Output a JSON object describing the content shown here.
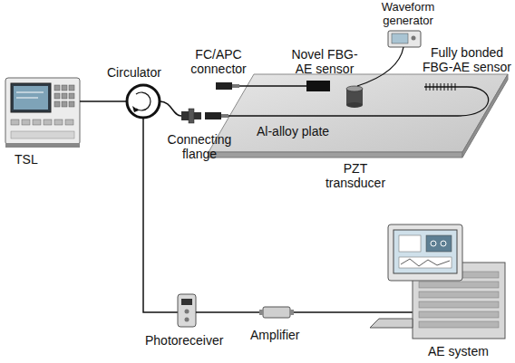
{
  "diagram": {
    "nodes": [
      {
        "text": [
          "Al-alloy plate"
        ]
      }
    ],
    "labels": [
      "Waveform generator",
      "FC/APC connector",
      "Novel FBG-AE sensor",
      "Fully bonded FBG-AE sensor",
      "TSL",
      "Circulator",
      "Connecting flange",
      "PZT transducer",
      "Photoreceiver",
      "Amplifier",
      "AE system"
    ]
  }
}
